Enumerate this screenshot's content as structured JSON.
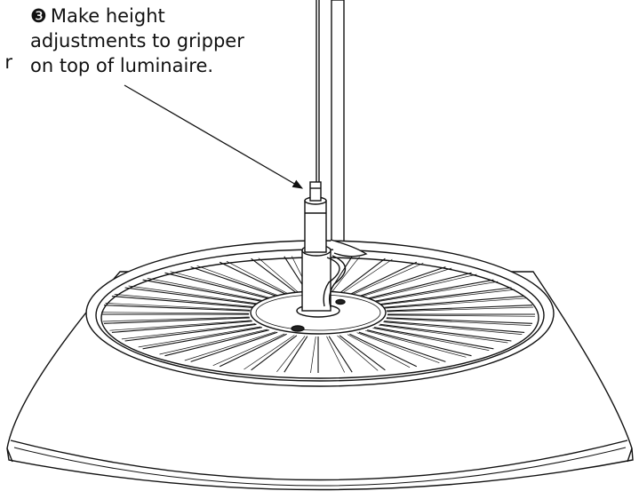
{
  "callout": {
    "marker": "❸",
    "lines": [
      "Make height",
      "adjustments to gripper",
      "on top of luminaire."
    ]
  },
  "left_fragment": "r",
  "colors": {
    "stroke": "#111111",
    "background": "#ffffff"
  },
  "icons": {
    "step_marker": "circled-number-3-icon"
  }
}
